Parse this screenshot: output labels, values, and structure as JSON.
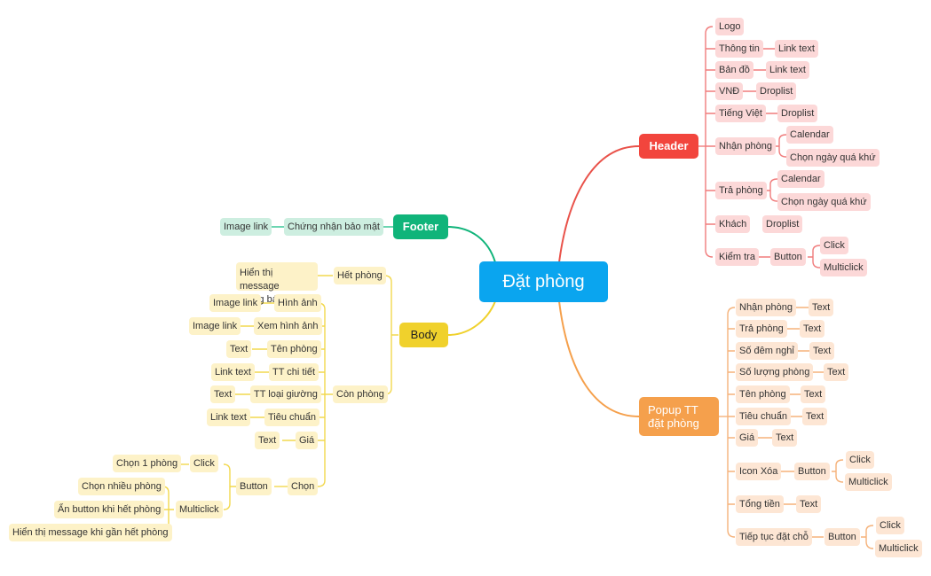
{
  "center": "Đặt phòng",
  "header": {
    "title": "Header",
    "items": {
      "logo": "Logo",
      "thong_tin": "Thông tin",
      "thong_tin_link": "Link text",
      "ban_do": "Bản đồ",
      "ban_do_link": "Link text",
      "vnd": "VNĐ",
      "vnd_droplist": "Droplist",
      "tieng_viet": "Tiếng Việt",
      "tieng_viet_droplist": "Droplist",
      "nhan_phong": "Nhận phòng",
      "nhan_phong_calendar": "Calendar",
      "nhan_phong_past": "Chọn ngày quá khứ",
      "tra_phong": "Trả phòng",
      "tra_phong_calendar": "Calendar",
      "tra_phong_past": "Chọn ngày quá khứ",
      "khach": "Khách",
      "khach_droplist": "Droplist",
      "kiem_tra": "Kiểm tra",
      "kiem_tra_button": "Button",
      "kiem_tra_click": "Click",
      "kiem_tra_multiclick": "Multiclick"
    }
  },
  "popup": {
    "title": "Popup TT\nđặt phòng",
    "items": {
      "nhan_phong": "Nhận phòng",
      "nhan_phong_text": "Text",
      "tra_phong": "Trả phòng",
      "tra_phong_text": "Text",
      "so_dem_nghi": "Số đêm nghỉ",
      "so_dem_nghi_text": "Text",
      "so_luong_phong": "Số lượng phòng",
      "so_luong_phong_text": "Text",
      "ten_phong": "Tên phòng",
      "ten_phong_text": "Text",
      "tieu_chuan": "Tiêu chuẩn",
      "tieu_chuan_text": "Text",
      "gia": "Giá",
      "gia_text": "Text",
      "icon_xoa": "Icon Xóa",
      "icon_xoa_button": "Button",
      "icon_xoa_click": "Click",
      "icon_xoa_multiclick": "Multiclick",
      "tong_tien": "Tổng tiền",
      "tong_tien_text": "Text",
      "tiep_tuc": "Tiếp tục đặt chỗ",
      "tiep_tuc_button": "Button",
      "tiep_tuc_click": "Click",
      "tiep_tuc_multiclick": "Multiclick"
    }
  },
  "footer": {
    "title": "Footer",
    "chung_nhan": "Chứng nhận bảo mật",
    "image_link": "Image link"
  },
  "body": {
    "title": "Body",
    "het_phong": "Hết phòng",
    "het_phong_msg": "Hiển thị message\nthông báo",
    "con_phong": "Còn phòng",
    "hinh_anh": "Hình ảnh",
    "hinh_anh_link": "Image link",
    "xem_hinh_anh": "Xem hình ảnh",
    "xem_hinh_anh_link": "Image link",
    "ten_phong": "Tên phòng",
    "ten_phong_text": "Text",
    "tt_chi_tiet": "TT chi tiết",
    "tt_chi_tiet_link": "Link text",
    "tt_loai_giuong": "TT loại giường",
    "tt_loai_giuong_text": "Text",
    "tieu_chuan": "Tiêu chuẩn",
    "tieu_chuan_link": "Link text",
    "gia": "Giá",
    "gia_text": "Text",
    "chon": "Chọn",
    "button": "Button",
    "click": "Click",
    "chon_1_phong": "Chọn 1 phòng",
    "multiclick": "Multiclick",
    "chon_nhieu_phong": "Chọn nhiều phòng",
    "an_button": "Ẩn button khi hết phòng",
    "hien_thi_msg": "Hiển thị message khi gần hết phòng"
  },
  "colors": {
    "center": "#0aa5ef",
    "header": "#f2453d",
    "popup": "#f5a04c",
    "footer": "#10b47a",
    "body": "#f0d12c"
  }
}
